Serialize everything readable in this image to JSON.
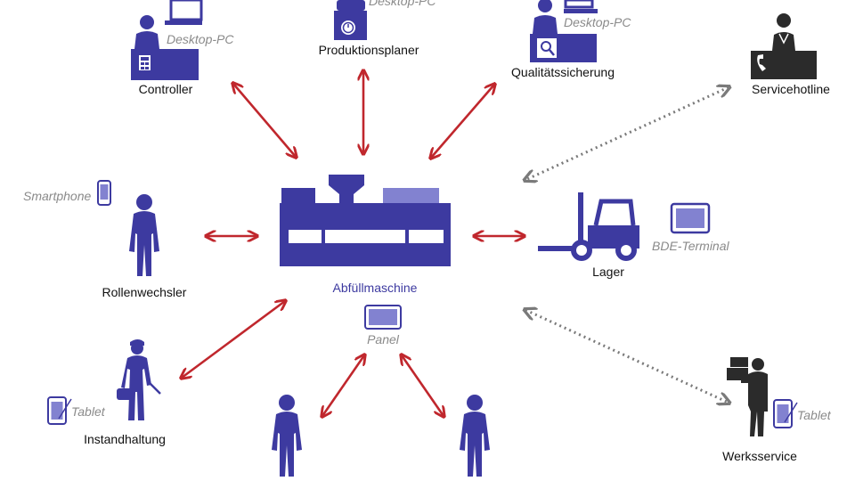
{
  "colors": {
    "primary": "#3d3aa0",
    "accent": "#8282d0",
    "arrow": "#c0272d",
    "dotted": "#7a7a7a",
    "dark": "#2b2b2b",
    "device_label": "#8a8a8a"
  },
  "nodes": {
    "controller": {
      "label": "Controller",
      "device": "Desktop-PC",
      "icon": "person-desk-calculator-icon"
    },
    "produktionsplaner": {
      "label": "Produktionsplaner",
      "device": "Desktop-PC",
      "icon": "person-desk-timer-icon"
    },
    "qualitaetssicherung": {
      "label": "Qualitätssicherung",
      "device": "Desktop-PC",
      "icon": "person-desk-magnifier-icon"
    },
    "servicehotline": {
      "label": "Servicehotline",
      "icon": "person-desk-phone-icon"
    },
    "rollenwechsler": {
      "label": "Rollenwechsler",
      "device": "Smartphone",
      "icon": "person-icon"
    },
    "abfuellmaschine": {
      "label": "Abfüllmaschine",
      "device": "Panel",
      "icon": "filling-machine-icon"
    },
    "lager": {
      "label": "Lager",
      "device": "BDE-Terminal",
      "icon": "forklift-icon"
    },
    "instandhaltung": {
      "label": "Instandhaltung",
      "device": "Tablet",
      "icon": "technician-icon"
    },
    "werksservice": {
      "label": "Werksservice",
      "device": "Tablet",
      "icon": "delivery-person-icon"
    },
    "operator_left": {
      "icon": "person-icon"
    },
    "operator_right": {
      "icon": "person-icon"
    }
  }
}
